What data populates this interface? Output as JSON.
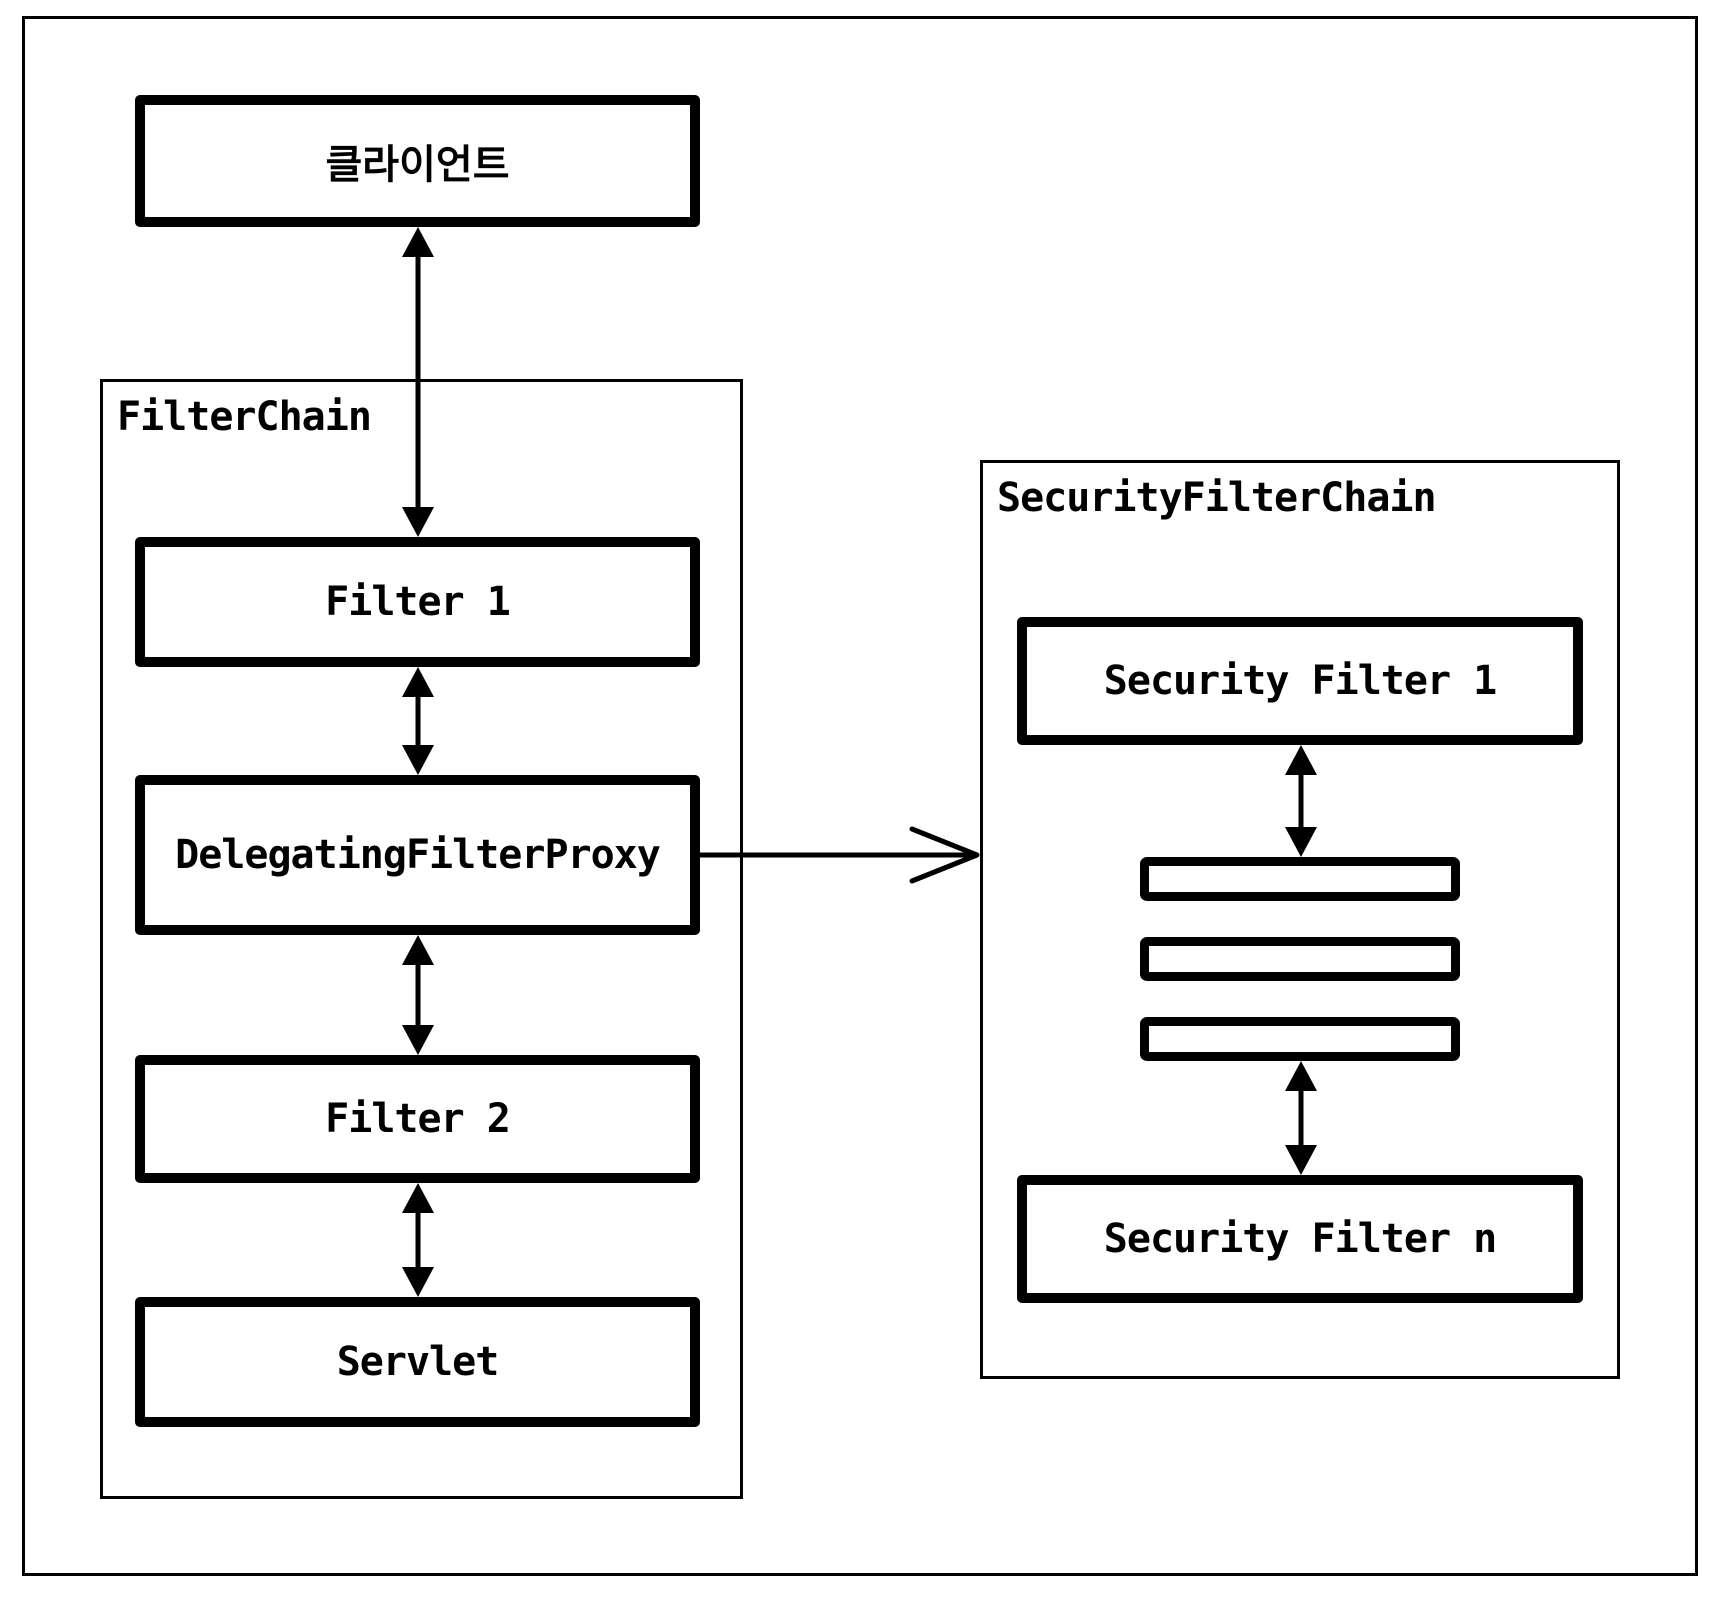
{
  "client": {
    "label": "클라이언트"
  },
  "filter_chain": {
    "label": "FilterChain",
    "nodes": [
      {
        "label": "Filter 1"
      },
      {
        "label": "DelegatingFilterProxy"
      },
      {
        "label": "Filter 2"
      },
      {
        "label": "Servlet"
      }
    ]
  },
  "security_filter_chain": {
    "label": "SecurityFilterChain",
    "nodes": [
      {
        "label": "Security Filter 1"
      },
      {
        "label": "Security Filter n"
      }
    ],
    "ellipsis_box_count": 3
  },
  "colors": {
    "ink": "#000000",
    "background": "#ffffff"
  }
}
